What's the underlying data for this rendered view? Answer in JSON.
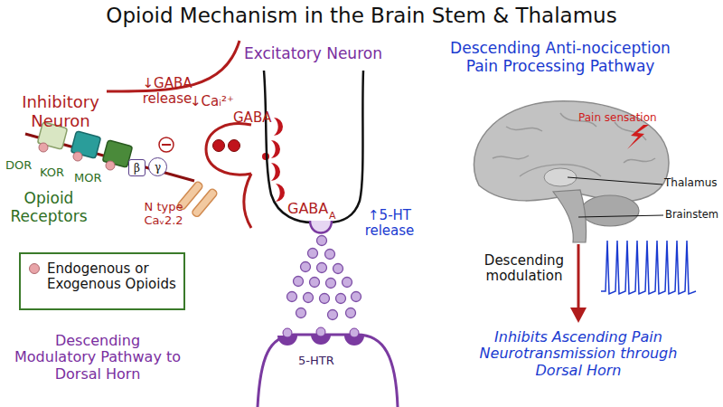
{
  "diagram": {
    "title": "Opioid Mechanism in the Brain Stem & Thalamus",
    "nodes": [
      {
        "text": [
          "β"
        ]
      },
      {
        "text": [
          "γ"
        ]
      }
    ],
    "labels": [
      "Inhibitory Neuron",
      "↓GABA release",
      "Excitatory Neuron",
      "↓Caᵢ²⁺",
      "GABA",
      "GABA",
      "A",
      "DOR",
      "KOR",
      "MOR",
      "Opioid Receptors",
      "N type Caᵥ2.2",
      "Descending Modulatory Pathway to Dorsal Horn",
      "↑5-HT release",
      "5-HTR",
      "Descending Anti-nociception Pain Processing Pathway",
      "Pain sensation",
      "Thalamus",
      "Brainstem",
      "Descending modulation",
      "Inhibits Ascending Pain Neurotransmission through Dorsal Horn"
    ],
    "legend": [
      {
        "text": "Endogenous or Exogenous Opioids",
        "color": "#e8a4a8"
      }
    ]
  }
}
